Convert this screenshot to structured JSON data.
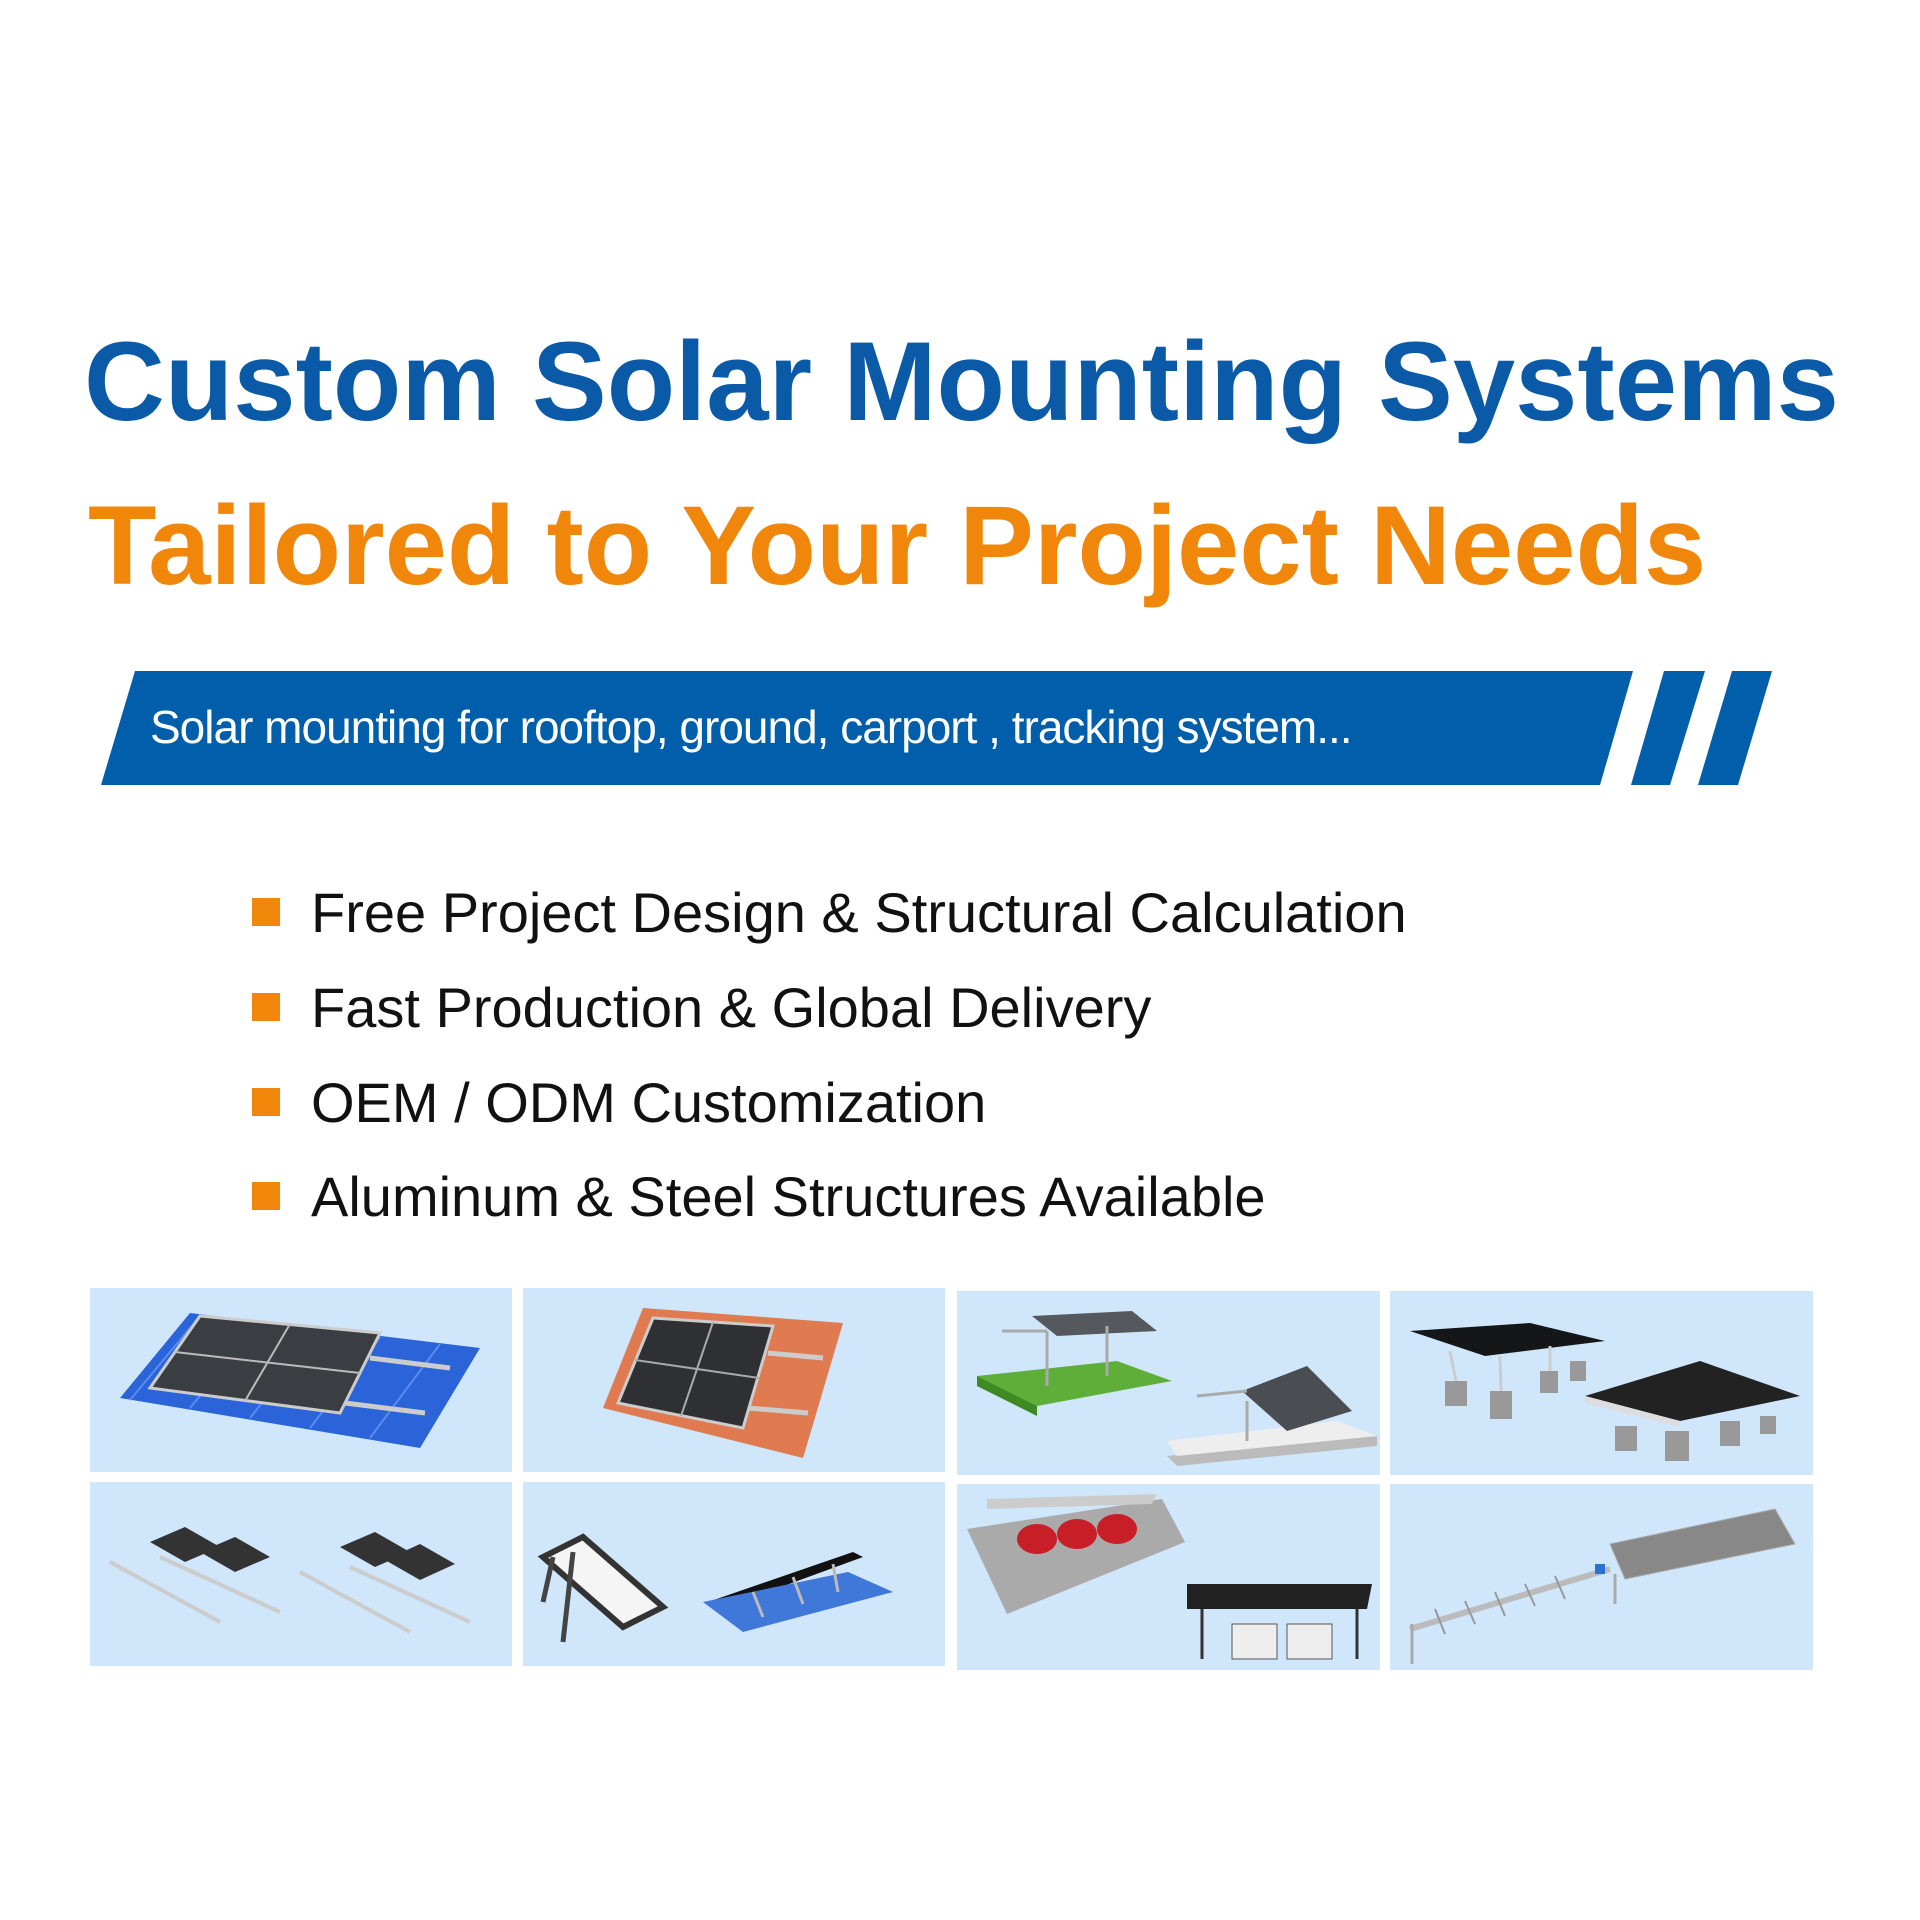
{
  "headline": {
    "line1": "Custom Solar Mounting Systems",
    "line2": "Tailored to Your Project Needs"
  },
  "banner": {
    "text": "Solar mounting for  rooftop, ground,  carport , tracking system..."
  },
  "features": [
    {
      "label": "Free Project Design & Structural Calculation"
    },
    {
      "label": "Fast Production & Global Delivery"
    },
    {
      "label": "OEM / ODM Customization"
    },
    {
      "label": "Aluminum & Steel Structures Available"
    }
  ],
  "gallery": [
    {
      "subject": "metal-roof-mount"
    },
    {
      "subject": "tile-roof-mount"
    },
    {
      "subject": "ground-mount"
    },
    {
      "subject": "ballast-ground-mount"
    },
    {
      "subject": "flat-roof-ballast-mount"
    },
    {
      "subject": "tilt-triangle-mount"
    },
    {
      "subject": "carport-mount"
    },
    {
      "subject": "tracking-system"
    }
  ],
  "colors": {
    "primary_blue": "#0a5aa8",
    "accent_orange": "#f0860a",
    "tile_background": "#cfe6fb"
  }
}
